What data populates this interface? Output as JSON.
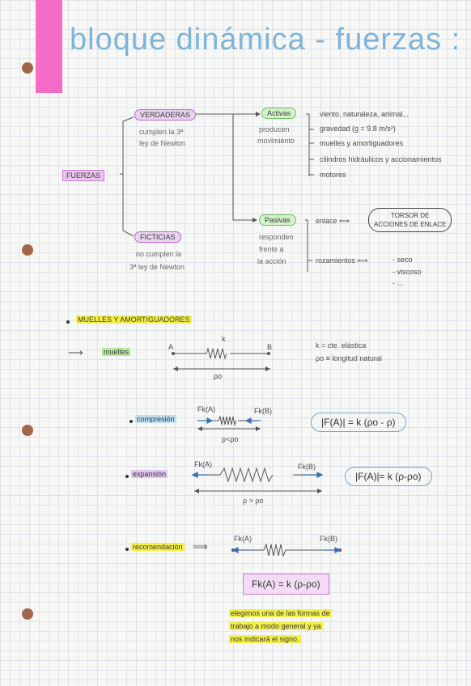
{
  "title": "bloque dinámica - fuerzas :",
  "fuerzas": "FUERZAS",
  "verdaderas": {
    "label": "VERDADERAS",
    "desc1": "cumplen la 3ª",
    "desc2": "ley de Newton"
  },
  "ficticias": {
    "label": "FICTICIAS",
    "desc1": "no cumplen la",
    "desc2": "3ª ley de Newton"
  },
  "activas": {
    "label": "Activas",
    "desc1": "producen",
    "desc2": "movimiento",
    "items": [
      "viento, naturaleza, animal...",
      "gravedad (g = 9.8 m/s²)",
      "muelles y amortiguadores",
      "cilindros hidráulicos y accionamientos",
      "motores"
    ]
  },
  "pasivas": {
    "label": "Pasivas",
    "desc1": "responden",
    "desc2": "frente a",
    "desc3": "la acción",
    "enlace": "enlace ⟺",
    "torsor1": "TORSOR DE",
    "torsor2": "ACCIONES DE ENLACE",
    "rozamientos": "rozamientos ⟺",
    "roz_items": [
      "- seco",
      "- viscoso",
      "- ..."
    ]
  },
  "section": "MUELLES Y AMORTIGUADORES",
  "muelles": {
    "arrow": "⟶",
    "label": "muelles",
    "point_a": "A",
    "point_b": "B",
    "k": "k",
    "rho0": "ρo",
    "def_k": "k = cte. elástica",
    "def_rho": "ρo ≡ longitud natural"
  },
  "compresion": {
    "label": "compresión",
    "fa": "Fk(A)",
    "fb": "Fk(B)",
    "cond": "ρ<ρo",
    "formula": "|F(A)| = k (ρo - ρ)"
  },
  "expansion": {
    "label": "expansión",
    "fa": "Fk(A)",
    "fb": "Fk(B)",
    "cond": "ρ > ρo",
    "formula": "|F(A)|= k (ρ-ρo)"
  },
  "recomendacion": {
    "label": "recomendación",
    "arrow": "⟹",
    "fa": "Fk(A)",
    "fb": "Fk(B)",
    "formula": "Fk(A) = k (ρ-ρo)",
    "note": [
      "elegimos una de las formas de",
      "trabajo a modo general y ya",
      "nos indicará el signo."
    ]
  },
  "colors": {
    "title": "#7fb4d8",
    "pink": "#f36bc6",
    "purple": "#c77dc9",
    "green": "#6fbf6f",
    "yellow": "#f4f04a",
    "blue": "#6fa6d0"
  }
}
